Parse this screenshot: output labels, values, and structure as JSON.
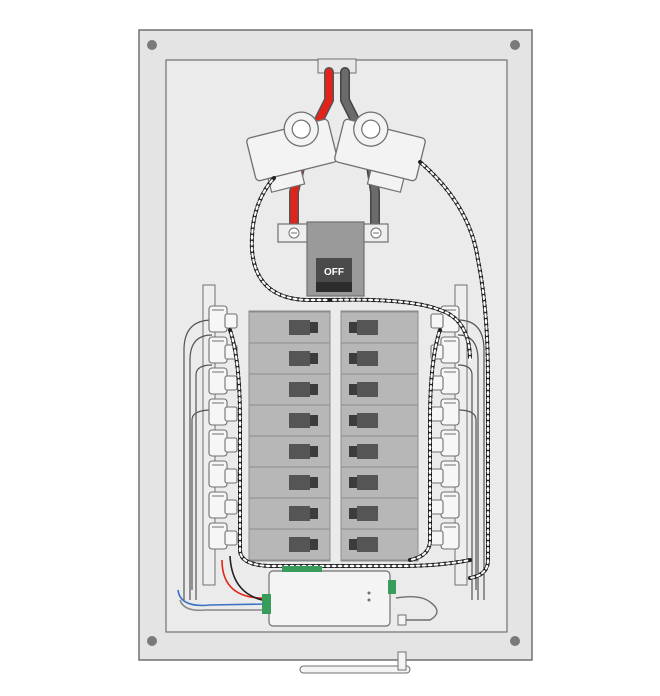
{
  "main_breaker": {
    "label": "OFF",
    "state": "off"
  },
  "breaker_rows": 8,
  "breaker_columns": 2,
  "colors": {
    "enclosure": "#e4e4e4",
    "outline": "#707070",
    "breaker": "#b7b7b7",
    "breaker_handle": "#555555",
    "hot_wire_red": "#e2231a",
    "hot_wire_gray": "#6b6b6b",
    "ct_clamp": "#f3f3f3",
    "monitor": "#f4f4f4",
    "terminal_green": "#3a9c5a",
    "main_breaker": "#9a9a9a"
  },
  "icons": {
    "mount_screw": "screw-icon",
    "ct_clamp": "ct-clamp-icon",
    "antenna": "antenna-icon"
  }
}
